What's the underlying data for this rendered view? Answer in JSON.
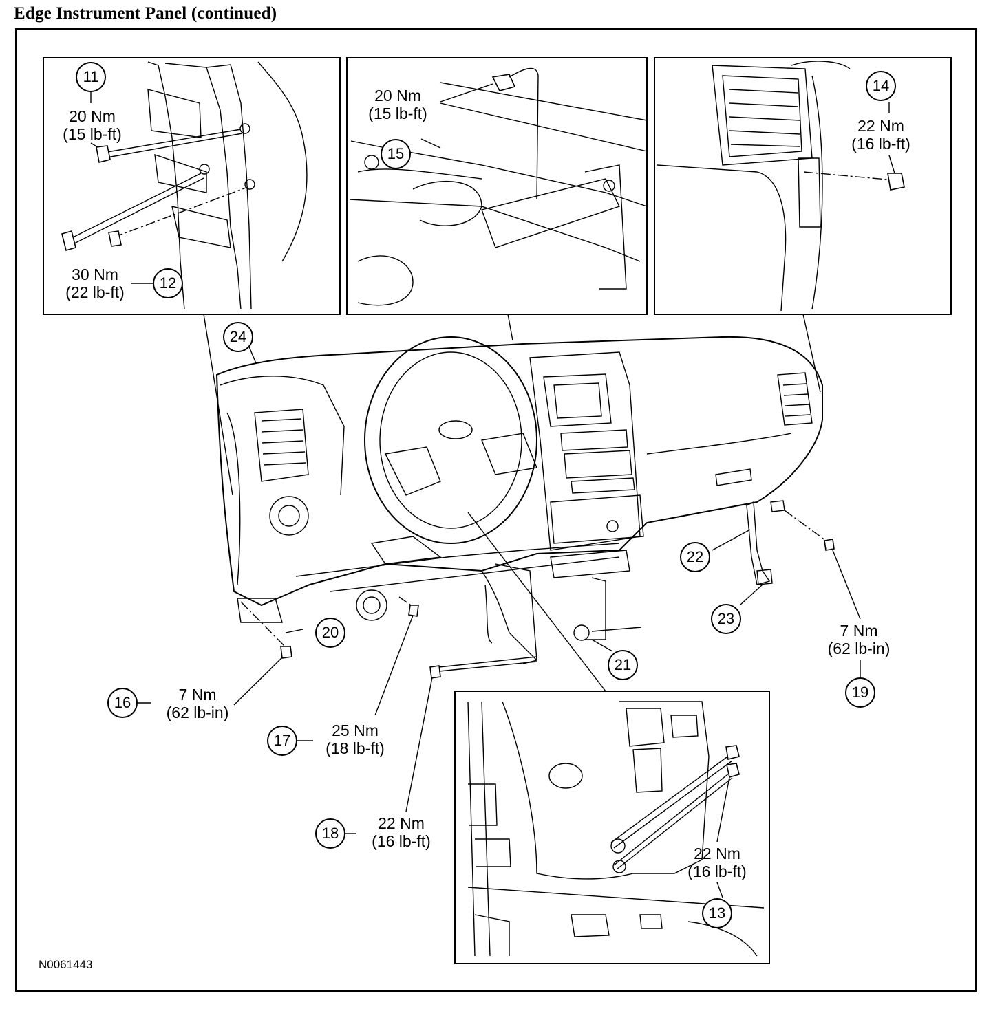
{
  "title": "Edge Instrument Panel (continued)",
  "figure_id": "N0061443",
  "callouts": [
    {
      "num": "11",
      "torque_nm": "20 Nm",
      "torque_alt": "(15 lb-ft)"
    },
    {
      "num": "12",
      "torque_nm": "30 Nm",
      "torque_alt": "(22 lb-ft)"
    },
    {
      "num": "13",
      "torque_nm": "22 Nm",
      "torque_alt": "(16 lb-ft)"
    },
    {
      "num": "14",
      "torque_nm": "22 Nm",
      "torque_alt": "(16 lb-ft)"
    },
    {
      "num": "15",
      "torque_nm": "20 Nm",
      "torque_alt": "(15 lb-ft)"
    },
    {
      "num": "16",
      "torque_nm": "7 Nm",
      "torque_alt": "(62 lb-in)"
    },
    {
      "num": "17",
      "torque_nm": "25 Nm",
      "torque_alt": "(18 lb-ft)"
    },
    {
      "num": "18",
      "torque_nm": "22 Nm",
      "torque_alt": "(16 lb-ft)"
    },
    {
      "num": "19",
      "torque_nm": "7 Nm",
      "torque_alt": "(62 lb-in)"
    },
    {
      "num": "20"
    },
    {
      "num": "21"
    },
    {
      "num": "22"
    },
    {
      "num": "23"
    },
    {
      "num": "24"
    }
  ]
}
